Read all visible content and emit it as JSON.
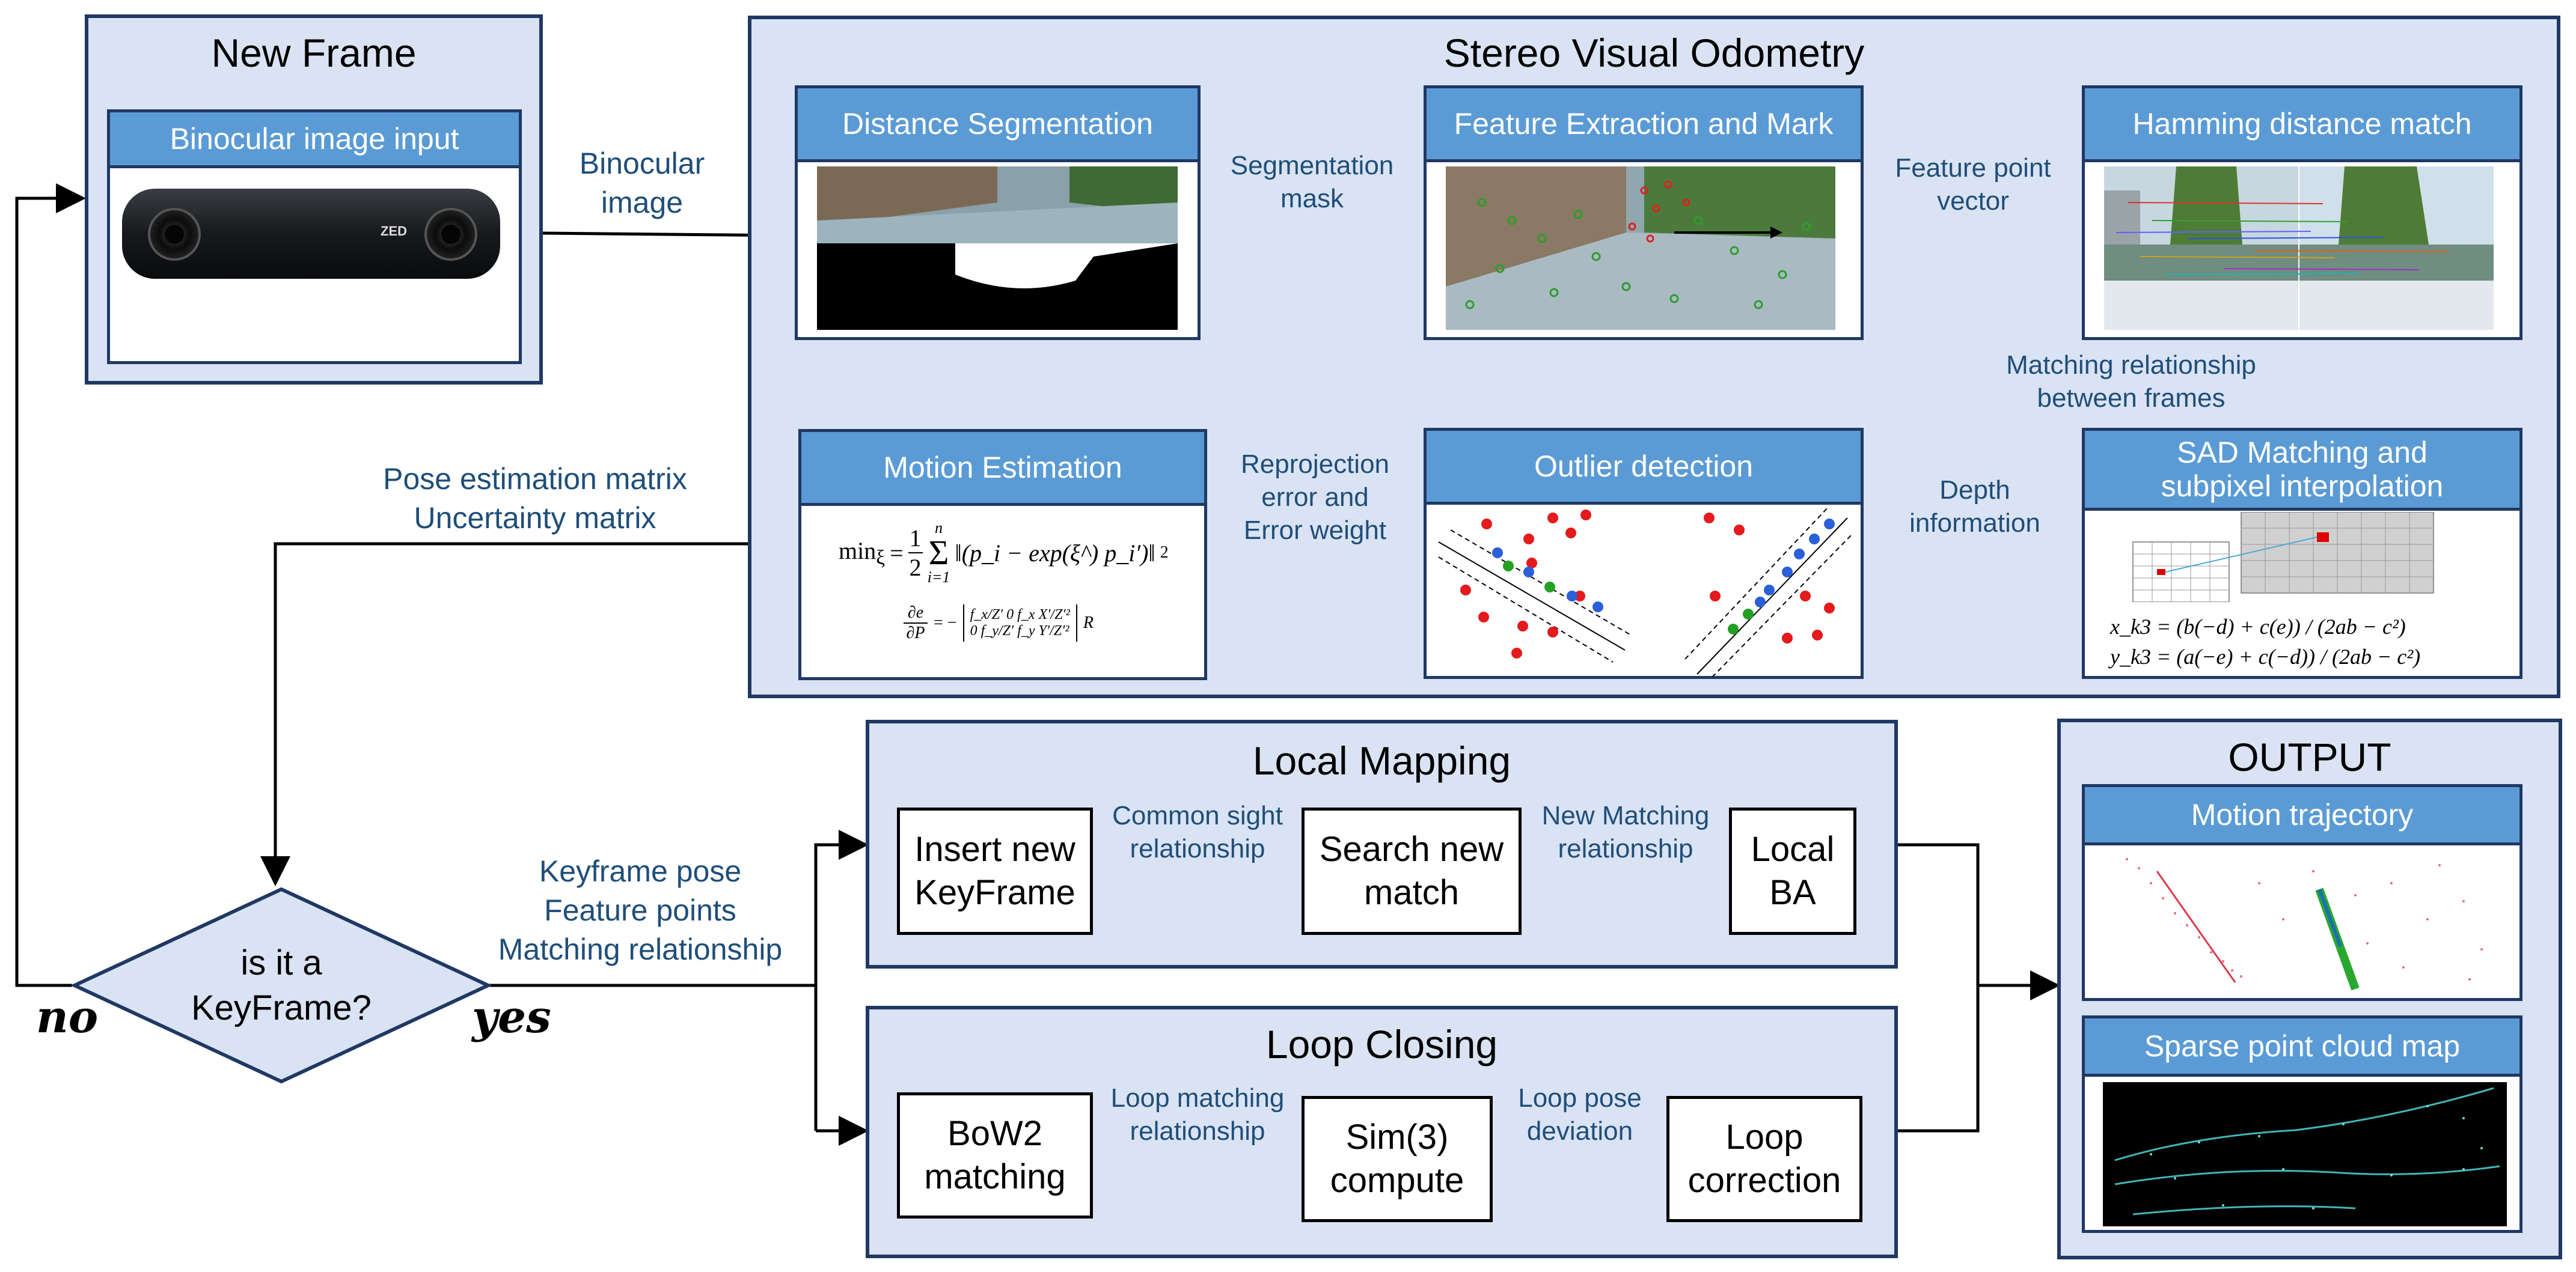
{
  "new_frame": {
    "title": "New Frame",
    "header": "Binocular image input",
    "camera_brand": "ZED"
  },
  "svo": {
    "title": "Stereo Visual Odometry",
    "distance_segmentation": "Distance Segmentation",
    "feature_extraction": "Feature Extraction and Mark",
    "hamming": "Hamming distance match",
    "sad_line1": "SAD Matching and",
    "sad_line2": "subpixel interpolation",
    "outlier": "Outlier detection",
    "motion": "Motion Estimation"
  },
  "labels": {
    "binocular_image_1": "Binocular",
    "binocular_image_2": "image",
    "segmentation_mask_1": "Segmentation",
    "segmentation_mask_2": "mask",
    "feature_vector_1": "Feature point",
    "feature_vector_2": "vector",
    "matching_rel_1": "Matching relationship",
    "matching_rel_2": "between frames",
    "depth_1": "Depth",
    "depth_2": "information",
    "reproj_1": "Reprojection",
    "reproj_2": "error and",
    "reproj_3": "Error weight",
    "pose_1": "Pose estimation matrix",
    "pose_2": "Uncertainty matrix",
    "kf_1": "Keyframe pose",
    "kf_2": "Feature points",
    "kf_3": "Matching relationship",
    "common_sight_1": "Common sight",
    "common_sight_2": "relationship",
    "new_matching_1": "New Matching",
    "new_matching_2": "relationship",
    "loop_matching_1": "Loop matching",
    "loop_matching_2": "relationship",
    "loop_pose_1": "Loop pose",
    "loop_pose_2": "deviation"
  },
  "decision": {
    "line1": "is it a",
    "line2": "KeyFrame?",
    "no": "no",
    "yes": "yes"
  },
  "local_mapping": {
    "title": "Local Mapping",
    "insert_1": "Insert new",
    "insert_2": "KeyFrame",
    "search_1": "Search new",
    "search_2": "match",
    "ba_1": "Local",
    "ba_2": "BA"
  },
  "loop_closing": {
    "title": "Loop Closing",
    "bow_1": "BoW2",
    "bow_2": "matching",
    "sim_1": "Sim(3)",
    "sim_2": "compute",
    "corr_1": "Loop",
    "corr_2": "correction"
  },
  "output": {
    "title": "OUTPUT",
    "trajectory": "Motion trajectory",
    "sparse": "Sparse point cloud map"
  },
  "formulas": {
    "min": "min",
    "xi": "ξ",
    "half_num": "1",
    "half_den": "2",
    "sum_top": "n",
    "sum_bot": "i=1",
    "norm_body": "‖(p_i − exp(ξ^) p_i′)‖",
    "sq": "2",
    "jac_lhs_num": "∂e",
    "jac_lhs_den": "∂P",
    "jac_r1": "f_x/Z′   0   f_x X′/Z′²",
    "jac_r2": "0   f_y/Z′   f_y Y′/Z′²",
    "jac_R": "R",
    "sad_x": "x_k3 = (b(−d) + c(e)) / (2ab − c²)",
    "sad_y": "y_k3 = (a(−e) + c(−d)) / (2ab − c²)"
  },
  "colors": {
    "panel_fill": "#dae3f3",
    "panel_border": "#203864",
    "header_blue": "#5b9bd5",
    "label_blue": "#1f4e79"
  }
}
